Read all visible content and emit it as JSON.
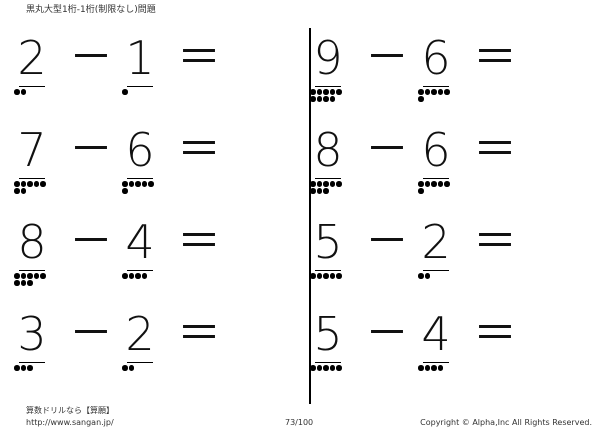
{
  "header": {
    "title": "黒丸大型1桁-1桁(制限なし)問題"
  },
  "left_column": [
    {
      "a": "2",
      "a_dots": 2,
      "op": "－",
      "b": "1",
      "b_dots": 1,
      "eq": "＝"
    },
    {
      "a": "7",
      "a_dots": 7,
      "op": "－",
      "b": "6",
      "b_dots": 6,
      "eq": "＝"
    },
    {
      "a": "8",
      "a_dots": 8,
      "op": "－",
      "b": "4",
      "b_dots": 4,
      "eq": "＝"
    },
    {
      "a": "3",
      "a_dots": 3,
      "op": "－",
      "b": "2",
      "b_dots": 2,
      "eq": "＝"
    }
  ],
  "right_column": [
    {
      "a": "9",
      "a_dots": 9,
      "op": "－",
      "b": "6",
      "b_dots": 6,
      "eq": "＝"
    },
    {
      "a": "8",
      "a_dots": 8,
      "op": "－",
      "b": "6",
      "b_dots": 6,
      "eq": "＝"
    },
    {
      "a": "5",
      "a_dots": 5,
      "op": "－",
      "b": "2",
      "b_dots": 2,
      "eq": "＝"
    },
    {
      "a": "5",
      "a_dots": 5,
      "op": "－",
      "b": "4",
      "b_dots": 4,
      "eq": "＝"
    }
  ],
  "footer": {
    "site_name": "算数ドリルなら【算願】",
    "url": "http://www.sangan.jp/",
    "page": "73/100",
    "copyright": "Copyright © Alpha,Inc All Rights Reserved."
  }
}
